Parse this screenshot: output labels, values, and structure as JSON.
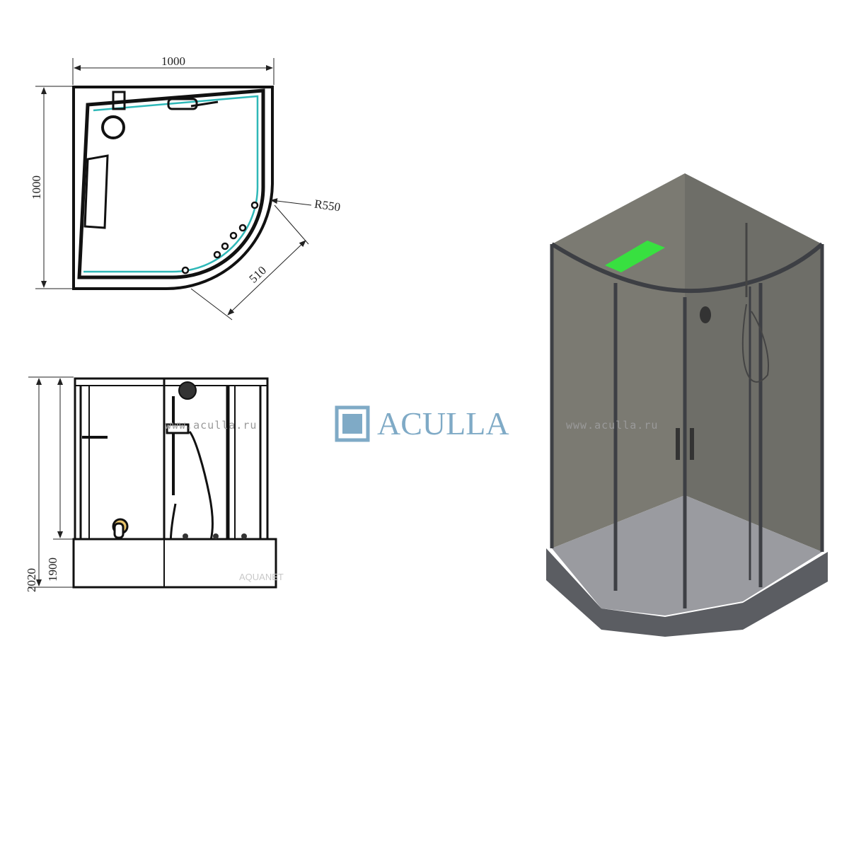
{
  "plan_view": {
    "width_label": "1000",
    "depth_label": "1000",
    "radius_label": "R550",
    "door_label": "510"
  },
  "front_view": {
    "total_height_label": "2020",
    "glass_height_label": "1900"
  },
  "watermarks": {
    "left": "www.aculla.ru",
    "right": "www.aculla.ru",
    "maker": "AQUANET"
  },
  "brand": {
    "name": "ACULLA",
    "color": "#7faac6"
  },
  "colors": {
    "accent_green": "#38e040",
    "glass_gray": "#6e6e68",
    "trim_cyan": "#2fb8b8"
  }
}
